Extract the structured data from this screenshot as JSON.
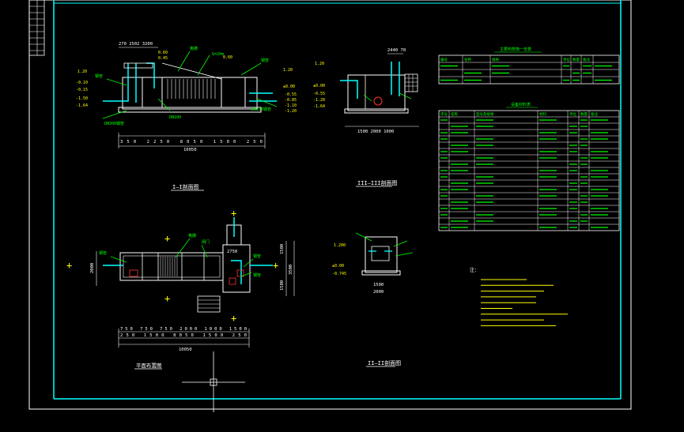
{
  "drawing": {
    "colors": {
      "background": "#000000",
      "frame": "#00ffff",
      "linework": "#ffffff",
      "annotation": "#00ff00",
      "marker": "#ffff00",
      "highlight": "#ff3333"
    },
    "section_1": {
      "title": "I—I剖面图",
      "dims_top": "270 2502 3200",
      "dims_bottom_1": "350 2250 8050 1500 250",
      "dims_bottom_2": "10050",
      "elev_left": [
        "1.20",
        "-0.10",
        "-0.15",
        "-1.50",
        "-1.64"
      ],
      "elev_right": [
        "1.20",
        "±0.00",
        "-0.55",
        "-0.85",
        "-1.10",
        "-1.20"
      ],
      "elev_mid": [
        "0.60",
        "0.45"
      ]
    },
    "section_3": {
      "title": "III—III剖面图",
      "dims_top": "2440 70",
      "dims_bottom": "1500 2000 1000",
      "elev": [
        "1.20",
        "±0.00",
        "-0.55",
        "-1.20",
        "-1.64"
      ]
    },
    "plan": {
      "title": "平面布置图",
      "dims_bottom_1": "750 750 750 2000 1000 1500",
      "dims_bottom_2": "250 1500 8050 1500 250",
      "dims_bottom_3": "10050",
      "dims_left": "2000",
      "dims_right": [
        "1500",
        "3500",
        "1500"
      ],
      "room_label": "2750"
    },
    "section_2": {
      "title": "II—II剖面图",
      "elev": [
        "1.200",
        "±0.00",
        "-0.745"
      ],
      "dims_bottom": [
        "1500",
        "2000"
      ]
    },
    "table_1": {
      "title": "主要构筑物一览表",
      "headers": [
        "编号",
        "名称",
        "规格",
        "单位",
        "数量",
        "备注"
      ]
    },
    "table_2": {
      "title": "设备材料表",
      "headers": [
        "序号",
        "名称",
        "型号及规格",
        "材料",
        "单位",
        "数量",
        "备注"
      ]
    },
    "notes": {
      "heading": "注："
    }
  }
}
